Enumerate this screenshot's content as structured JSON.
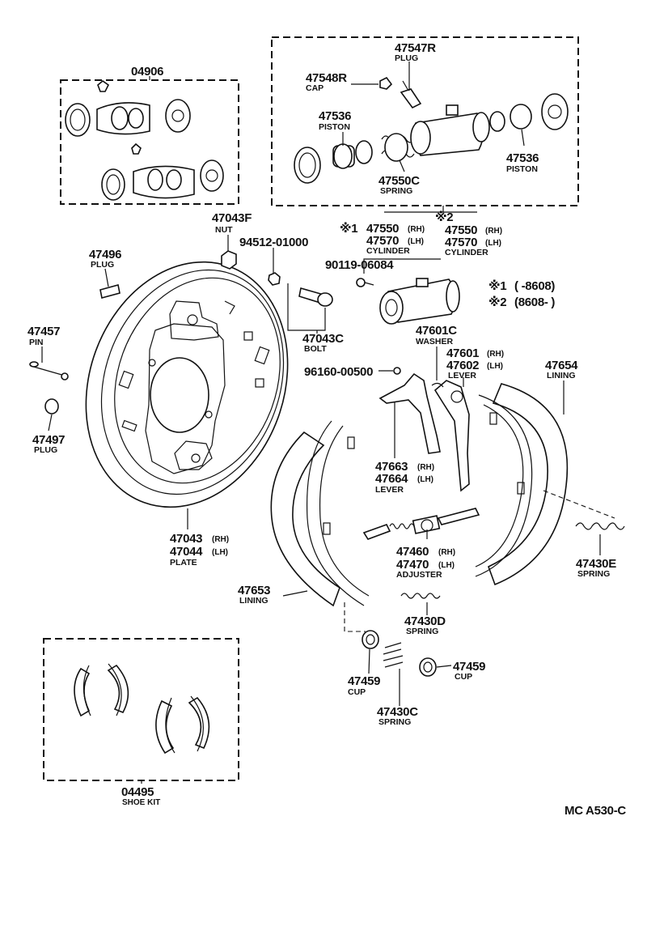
{
  "diagram_code": "MC A530-C",
  "legend": {
    "mark1": "※1",
    "mark1_range": "(       -8608)",
    "mark2": "※2",
    "mark2_range": "(8608-        )"
  },
  "kits": {
    "wheel_cylinder_kit": "04906",
    "shoe_kit_number": "04495",
    "shoe_kit_label": "SHOE KIT"
  },
  "parts": {
    "p47547R": {
      "number": "47547R",
      "name": "PLUG"
    },
    "p47548R": {
      "number": "47548R",
      "name": "CAP"
    },
    "p47536_left": {
      "number": "47536",
      "name": "PISTON"
    },
    "p47536_right": {
      "number": "47536",
      "name": "PISTON"
    },
    "p47550C": {
      "number": "47550C",
      "name": "SPRING"
    },
    "cyl1": {
      "mark": "※1",
      "rh": "47550",
      "rh_suffix": "(RH)",
      "lh": "47570",
      "lh_suffix": "(LH)",
      "name": "CYLINDER"
    },
    "cyl2": {
      "mark": "※2",
      "rh": "47550",
      "rh_suffix": "(RH)",
      "lh": "47570",
      "lh_suffix": "(LH)",
      "name": "CYLINDER"
    },
    "p47043F": {
      "number": "47043F",
      "name": "NUT"
    },
    "p94512": {
      "number": "94512-01000"
    },
    "p90119": {
      "number": "90119-06084"
    },
    "p47496": {
      "number": "47496",
      "name": "PLUG"
    },
    "p47457": {
      "number": "47457",
      "name": "PIN"
    },
    "p47497": {
      "number": "47497",
      "name": "PLUG"
    },
    "p47043C": {
      "number": "47043C",
      "name": "BOLT"
    },
    "p96160": {
      "number": "96160-00500"
    },
    "p47601C": {
      "number": "47601C",
      "name": "WASHER"
    },
    "lever_parking": {
      "rh": "47601",
      "rh_suffix": "(RH)",
      "lh": "47602",
      "lh_suffix": "(LH)",
      "name": "LEVER"
    },
    "p47654": {
      "number": "47654",
      "name": "LINING"
    },
    "lever_adjust": {
      "rh": "47663",
      "rh_suffix": "(RH)",
      "lh": "47664",
      "lh_suffix": "(LH)",
      "name": "LEVER"
    },
    "plate": {
      "rh": "47043",
      "rh_suffix": "(RH)",
      "lh": "47044",
      "lh_suffix": "(LH)",
      "name": "PLATE"
    },
    "adjuster": {
      "rh": "47460",
      "rh_suffix": "(RH)",
      "lh": "47470",
      "lh_suffix": "(LH)",
      "name": "ADJUSTER"
    },
    "p47430E": {
      "number": "47430E",
      "name": "SPRING"
    },
    "p47653": {
      "number": "47653",
      "name": "LINING"
    },
    "p47430D": {
      "number": "47430D",
      "name": "SPRING"
    },
    "p47459_left": {
      "number": "47459",
      "name": "CUP"
    },
    "p47459_right": {
      "number": "47459",
      "name": "CUP"
    },
    "p47430C": {
      "number": "47430C",
      "name": "SPRING"
    }
  }
}
